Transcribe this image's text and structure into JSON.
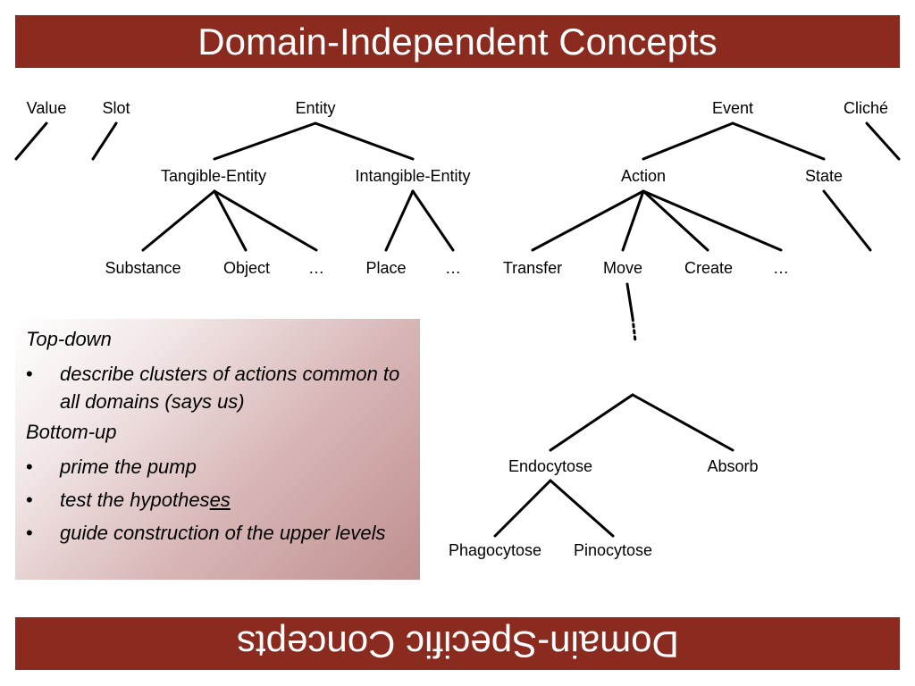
{
  "title": "Domain-Independent Concepts",
  "bottom_title": "Domain-Specific Concepts",
  "tree": {
    "value": "Value",
    "slot": "Slot",
    "entity": "Entity",
    "event": "Event",
    "cliche": "Cliché",
    "tangible_entity": "Tangible-Entity",
    "intangible_entity": "Intangible-Entity",
    "action": "Action",
    "state": "State",
    "substance": "Substance",
    "object": "Object",
    "ellipsis1": "…",
    "place": "Place",
    "ellipsis2": "…",
    "transfer": "Transfer",
    "move": "Move",
    "create": "Create",
    "ellipsis3": "…",
    "endocytose": "Endocytose",
    "absorb": "Absorb",
    "phagocytose": "Phagocytose",
    "pinocytose": "Pinocytose"
  },
  "note": {
    "heading1": "Top-down",
    "bullet_marker": "•",
    "bullet1": "describe clusters of actions common to all domains (says us)",
    "heading2": "Bottom-up",
    "bullet2": "prime the pump",
    "bullet3_prefix": "test the hypothes",
    "bullet3_underlined": "es",
    "bullet4": "guide construction of the upper levels"
  },
  "colors": {
    "banner": "#8b2a1e",
    "banner_text": "#ffffff"
  }
}
